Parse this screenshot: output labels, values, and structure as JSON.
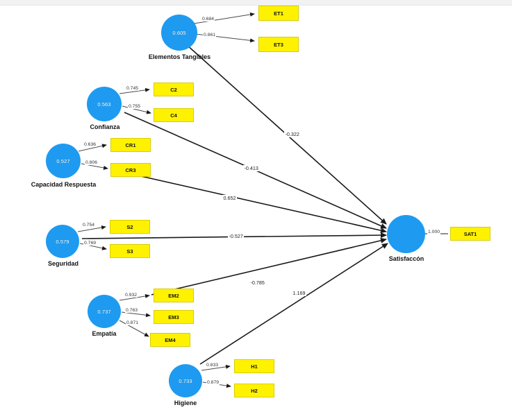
{
  "diagram": {
    "title": "PLS-SEM path diagram of service quality dimensions on satisfaction",
    "colors": {
      "construct_fill": "#1E9BF0",
      "indicator_fill": "#FFF200",
      "edge": "#333333",
      "background": "#FFFFFF"
    },
    "endogenous": {
      "name": "satisfaccion",
      "label": "Satisfaccón",
      "value": "",
      "indicator": {
        "label": "SAT1",
        "loading": "1.000"
      }
    },
    "constructs": [
      {
        "name": "elementos-tangibles",
        "label": "Elementos Tangibles",
        "value": "0.605",
        "path_coefficient": "-0.322",
        "indicators": [
          {
            "label": "ET1",
            "loading": "0.684"
          },
          {
            "label": "ET3",
            "loading": "0.861"
          }
        ]
      },
      {
        "name": "confianza",
        "label": "Confianza",
        "value": "0.563",
        "path_coefficient": "-0.413",
        "indicators": [
          {
            "label": "C2",
            "loading": "0.745"
          },
          {
            "label": "C4",
            "loading": "0.755"
          }
        ]
      },
      {
        "name": "capacidad-respuesta",
        "label": "Capacidad Respuesta",
        "value": "0.527",
        "path_coefficient": "0.652",
        "indicators": [
          {
            "label": "CR1",
            "loading": "0.636"
          },
          {
            "label": "CR3",
            "loading": "0.806"
          }
        ]
      },
      {
        "name": "seguridad",
        "label": "Seguridad",
        "value": "0.579",
        "path_coefficient": "-0.527",
        "indicators": [
          {
            "label": "S2",
            "loading": "0.754"
          },
          {
            "label": "S3",
            "loading": "0.769"
          }
        ]
      },
      {
        "name": "empatia",
        "label": "Empatía",
        "value": "0.737",
        "path_coefficient": "-0.785",
        "indicators": [
          {
            "label": "EM2",
            "loading": "0.932"
          },
          {
            "label": "EM3",
            "loading": "0.763"
          },
          {
            "label": "EM4",
            "loading": "0.871"
          }
        ]
      },
      {
        "name": "higiene",
        "label": "Higiene",
        "value": "0.733",
        "path_coefficient": "1.169",
        "indicators": [
          {
            "label": "H1",
            "loading": "0.833"
          },
          {
            "label": "H2",
            "loading": "0.879"
          }
        ]
      }
    ]
  },
  "chart_data": {
    "type": "diagram",
    "title": "PLS-SEM path diagram",
    "nodes": [
      {
        "id": "ET",
        "label": "Elementos Tangibles",
        "value": 0.605,
        "kind": "latent"
      },
      {
        "id": "C",
        "label": "Confianza",
        "value": 0.563,
        "kind": "latent"
      },
      {
        "id": "CR",
        "label": "Capacidad Respuesta",
        "value": 0.527,
        "kind": "latent"
      },
      {
        "id": "S",
        "label": "Seguridad",
        "value": 0.579,
        "kind": "latent"
      },
      {
        "id": "EM",
        "label": "Empatía",
        "value": 0.737,
        "kind": "latent"
      },
      {
        "id": "H",
        "label": "Higiene",
        "value": 0.733,
        "kind": "latent"
      },
      {
        "id": "SAT",
        "label": "Satisfaccón",
        "value": null,
        "kind": "latent"
      },
      {
        "id": "ET1",
        "label": "ET1",
        "kind": "indicator"
      },
      {
        "id": "ET3",
        "label": "ET3",
        "kind": "indicator"
      },
      {
        "id": "C2",
        "label": "C2",
        "kind": "indicator"
      },
      {
        "id": "C4",
        "label": "C4",
        "kind": "indicator"
      },
      {
        "id": "CR1",
        "label": "CR1",
        "kind": "indicator"
      },
      {
        "id": "CR3",
        "label": "CR3",
        "kind": "indicator"
      },
      {
        "id": "S2",
        "label": "S2",
        "kind": "indicator"
      },
      {
        "id": "S3",
        "label": "S3",
        "kind": "indicator"
      },
      {
        "id": "EM2",
        "label": "EM2",
        "kind": "indicator"
      },
      {
        "id": "EM3",
        "label": "EM3",
        "kind": "indicator"
      },
      {
        "id": "EM4",
        "label": "EM4",
        "kind": "indicator"
      },
      {
        "id": "H1",
        "label": "H1",
        "kind": "indicator"
      },
      {
        "id": "H2",
        "label": "H2",
        "kind": "indicator"
      },
      {
        "id": "SAT1",
        "label": "SAT1",
        "kind": "indicator"
      }
    ],
    "edges": [
      {
        "from": "ET",
        "to": "ET1",
        "weight": 0.684,
        "kind": "loading"
      },
      {
        "from": "ET",
        "to": "ET3",
        "weight": 0.861,
        "kind": "loading"
      },
      {
        "from": "C",
        "to": "C2",
        "weight": 0.745,
        "kind": "loading"
      },
      {
        "from": "C",
        "to": "C4",
        "weight": 0.755,
        "kind": "loading"
      },
      {
        "from": "CR",
        "to": "CR1",
        "weight": 0.636,
        "kind": "loading"
      },
      {
        "from": "CR",
        "to": "CR3",
        "weight": 0.806,
        "kind": "loading"
      },
      {
        "from": "S",
        "to": "S2",
        "weight": 0.754,
        "kind": "loading"
      },
      {
        "from": "S",
        "to": "S3",
        "weight": 0.769,
        "kind": "loading"
      },
      {
        "from": "EM",
        "to": "EM2",
        "weight": 0.932,
        "kind": "loading"
      },
      {
        "from": "EM",
        "to": "EM3",
        "weight": 0.763,
        "kind": "loading"
      },
      {
        "from": "EM",
        "to": "EM4",
        "weight": 0.871,
        "kind": "loading"
      },
      {
        "from": "H",
        "to": "H1",
        "weight": 0.833,
        "kind": "loading"
      },
      {
        "from": "H",
        "to": "H2",
        "weight": 0.879,
        "kind": "loading"
      },
      {
        "from": "SAT",
        "to": "SAT1",
        "weight": 1.0,
        "kind": "loading"
      },
      {
        "from": "ET",
        "to": "SAT",
        "weight": -0.322,
        "kind": "path"
      },
      {
        "from": "C",
        "to": "SAT",
        "weight": -0.413,
        "kind": "path"
      },
      {
        "from": "CR",
        "to": "SAT",
        "weight": 0.652,
        "kind": "path"
      },
      {
        "from": "S",
        "to": "SAT",
        "weight": -0.527,
        "kind": "path"
      },
      {
        "from": "EM",
        "to": "SAT",
        "weight": -0.785,
        "kind": "path"
      },
      {
        "from": "H",
        "to": "SAT",
        "weight": 1.169,
        "kind": "path"
      }
    ]
  }
}
